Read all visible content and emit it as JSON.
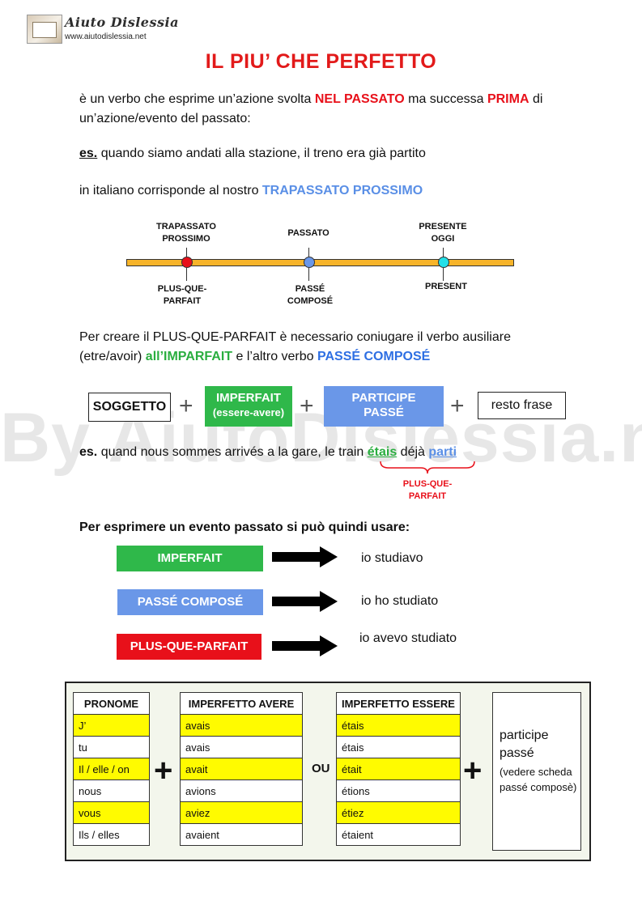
{
  "header": {
    "logo_title": "Aiuto Dislessia",
    "logo_url": "www.aiutodislessia.net"
  },
  "title": "IL PIU’ CHE PERFETTO",
  "intro": {
    "p1_a": "è un verbo che esprime un’azione svolta ",
    "p1_b": "NEL PASSATO",
    "p1_c": " ma successa ",
    "p1_d": "PRIMA",
    "p1_e": " di",
    "p1_line2": "un’azione/evento del passato:",
    "es_label": "es.",
    "es_text": " quando siamo andati alla stazione, il treno era già partito",
    "corr_a": "in italiano corrisponde al nostro ",
    "corr_b": "TRAPASSATO PROSSIMO"
  },
  "timeline": {
    "top_labels": [
      "TRAPASSATO\nPROSSIMO",
      "PASSATO",
      "PRESENTE\nOGGI"
    ],
    "bottom_labels": [
      "PLUS-QUE-\nPARFAIT",
      "PASSÉ\nCOMPOSÉ",
      "PRESENT"
    ],
    "colors": [
      "#e8101a",
      "#6a97e8",
      "#22e0e8"
    ]
  },
  "formation": {
    "l1": "Per creare il PLUS-QUE-PARFAIT è necessario coniugare il verbo ausiliare",
    "l2_a": "(etre/avoir) ",
    "l2_b": "all’IMPARFAIT",
    "l2_c": " e l’altro verbo ",
    "l2_d": "PASSÉ COMPOSÉ"
  },
  "formula": {
    "soggetto": "SOGGETTO",
    "imperfait": "IMPERFAIT",
    "imperfait_sub": "(essere-avere)",
    "participe": "PARTICIPE",
    "passe": "PASSÉ",
    "resto": "resto frase"
  },
  "example2": {
    "es": "es.",
    "a": " quand nous sommes arrivés a la gare, le train ",
    "etais": "étais",
    "b": " déjà ",
    "parti": "parti",
    "bracket_label": "PLUS-QUE-\nPARFAIT"
  },
  "usage": {
    "heading": "Per esprimere un evento passato si può quindi usare:",
    "rows": [
      {
        "label": "IMPERFAIT",
        "example": "io studiavo"
      },
      {
        "label": "PASSÉ COMPOSÉ",
        "example": "io ho studiato"
      },
      {
        "label": "PLUS-QUE-PARFAIT",
        "example": "io avevo studiato"
      }
    ]
  },
  "conj": {
    "pronome_header": "PRONOME",
    "avere_header": "IMPERFETTO AVERE",
    "essere_header": "IMPERFETTO ESSERE",
    "pronomi": [
      "J’",
      "tu",
      "Il / elle / on",
      "nous",
      "vous",
      "Ils / elles"
    ],
    "avere": [
      "avais",
      "avais",
      "avait",
      "avions",
      "aviez",
      "avaient"
    ],
    "essere": [
      "étais",
      "étais",
      "était",
      "étions",
      "étiez",
      "étaient"
    ],
    "plus": "+",
    "ou": "OU",
    "participe_title": "participe passé",
    "participe_note": "(vedere scheda passé composè)"
  },
  "watermark": "By AiutoDislessia.net"
}
